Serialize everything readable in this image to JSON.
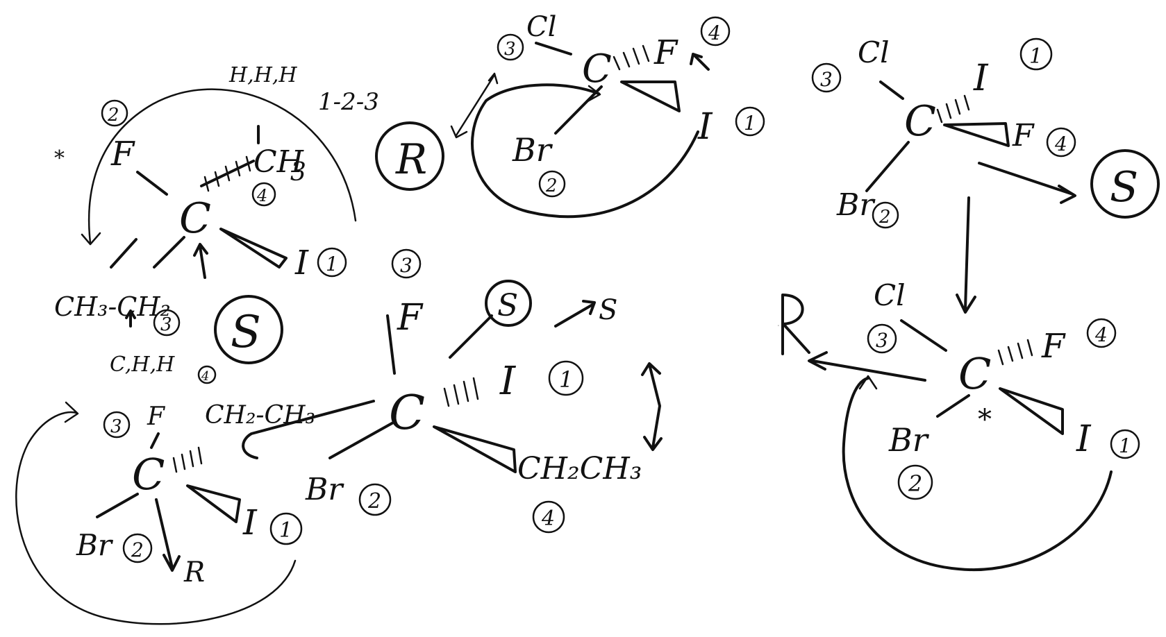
{
  "labels": {
    "hsub": "H,H,H",
    "order": "1-2-3",
    "s1_sub_F": "F",
    "s1_sub_CH3": "CH",
    "s1_sub_CH3_3": "3",
    "s1_center": "C",
    "s1_sub_I": "I",
    "s1_sub_ethyl": "CH₃-CH₂",
    "s1_ethyl_sub": "C,H,H",
    "s1_result": "S",
    "rank_1": "1",
    "rank_2": "2",
    "rank_3": "3",
    "rank_4": "4",
    "s2_sub_Cl": "Cl",
    "s2_center": "C",
    "s2_sub_F": "F",
    "s2_sub_Br": "Br",
    "s2_sub_I": "I",
    "s2_result": "R",
    "s3_sub_Cl": "Cl",
    "s3_center": "C",
    "s3_sub_I": "I",
    "s3_sub_F": "F",
    "s3_sub_Br": "Br",
    "s3_result": "S",
    "s4_sub_F": "F",
    "s4_center": "C",
    "s4_sub_I": "I",
    "s4_sub_Br": "Br",
    "s4_sub_ethyl": "CH₂CH₃",
    "s4_result": "S",
    "s4_arrow_S": "S",
    "s5_sub_F": "F",
    "s5_sub_ethyl": "CH₂-CH₃",
    "s5_center": "C",
    "s5_sub_Br": "Br",
    "s5_sub_I": "I",
    "s5_result": "R",
    "s6_sub_Cl": "Cl",
    "s6_center": "C",
    "s6_sub_F": "F",
    "s6_sub_Br": "Br",
    "s6_sub_I": "I",
    "s6_star": "*",
    "s6_result": "R",
    "star_mark": "*"
  }
}
